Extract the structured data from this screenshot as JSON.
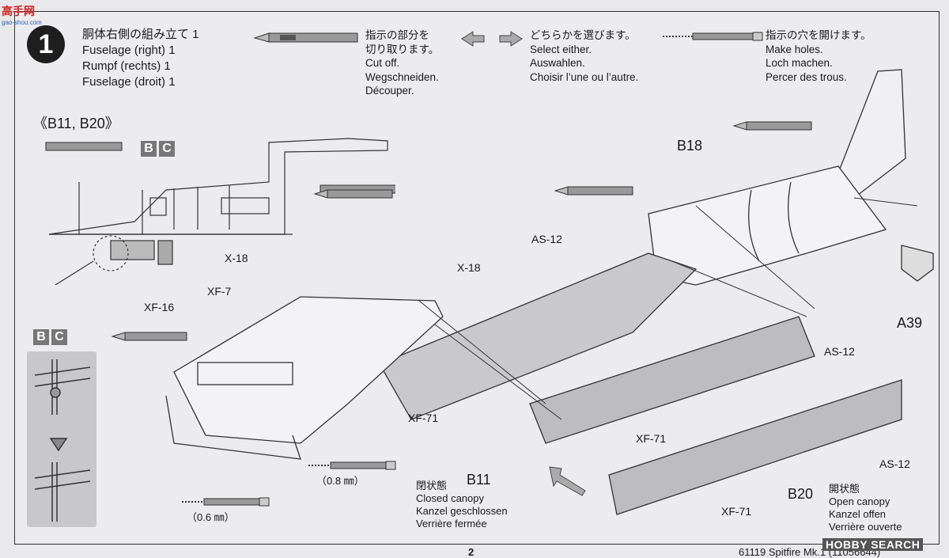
{
  "watermark": {
    "logo_text": "高手网",
    "url": "gao-shou.com"
  },
  "step": {
    "number": "1"
  },
  "title": {
    "jp": "胴体右側の組み立て 1",
    "en": "Fuselage (right) 1",
    "de": "Rumpf (rechts) 1",
    "fr": "Fuselage (droit) 1"
  },
  "legend": {
    "cut": {
      "jp": "指示の部分を",
      "jp2": "切り取ります。",
      "en": "Cut off.",
      "de": "Wegschneiden.",
      "fr": "Découper."
    },
    "select": {
      "jp": "どちらかを選びます。",
      "en": "Select either.",
      "de": "Auswahlen.",
      "fr": "Choisir l’une ou l’autre."
    },
    "holes": {
      "jp": "指示の穴を開けます。",
      "en": "Make holes.",
      "de": "Loch machen.",
      "fr": "Percer des trous."
    }
  },
  "variant_label": "《B11, B20》",
  "bc_badges": [
    "B",
    "C"
  ],
  "parts": {
    "b18": "B18",
    "a39": "A39",
    "b11": "B11",
    "b20": "B20",
    "x18_a": "X-18",
    "x18_b": "X-18",
    "xf7": "XF-7",
    "xf16": "XF-16",
    "as12_a": "AS-12",
    "as12_b": "AS-12",
    "as12_c": "AS-12",
    "xf71_a": "XF-71",
    "xf71_b": "XF-71",
    "xf71_c": "XF-71"
  },
  "drill_sizes": {
    "a": "（0.8 ㎜）",
    "b": "（0.6 ㎜）"
  },
  "closed": {
    "jp": "閉状態",
    "en": "Closed canopy",
    "de": "Kanzel geschlossen",
    "fr": "Verrière fermée"
  },
  "open": {
    "jp": "開状態",
    "en": "Open canopy",
    "de": "Kanzel offen",
    "fr": "Verrière ouverte"
  },
  "footer": {
    "page": "2",
    "code": "61119 Spitfire Mk.1 (11056644)",
    "watermark": "HOBBY SEARCH"
  }
}
